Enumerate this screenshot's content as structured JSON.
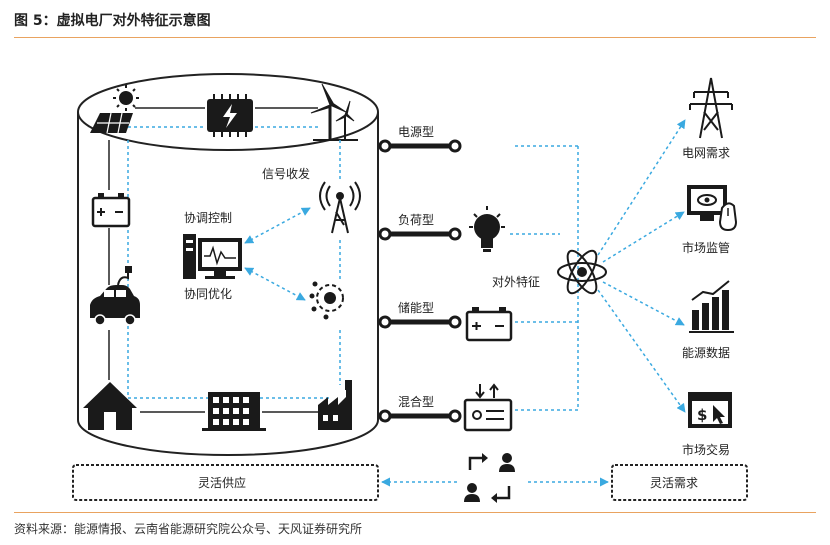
{
  "header": {
    "title": "图 5：虚拟电厂对外特征示意图"
  },
  "cylinder": {
    "signal_label": "信号收发",
    "control_label": "协调控制",
    "cooperate_label": "协同优化"
  },
  "types": [
    "电源型",
    "负荷型",
    "储能型",
    "混合型"
  ],
  "hub": {
    "label": "对外特征"
  },
  "outputs": [
    "电网需求",
    "市场监管",
    "能源数据",
    "市场交易"
  ],
  "bottom": {
    "supply_label": "灵活供应",
    "demand_label": "灵活需求"
  },
  "source": "资料来源：能源情报、云南省能源研究院公众号、天风证券研究所",
  "colors": {
    "accent_rule": "#e9a360",
    "dashed_line": "#3aa9e0",
    "icon": "#1a1a1a"
  }
}
